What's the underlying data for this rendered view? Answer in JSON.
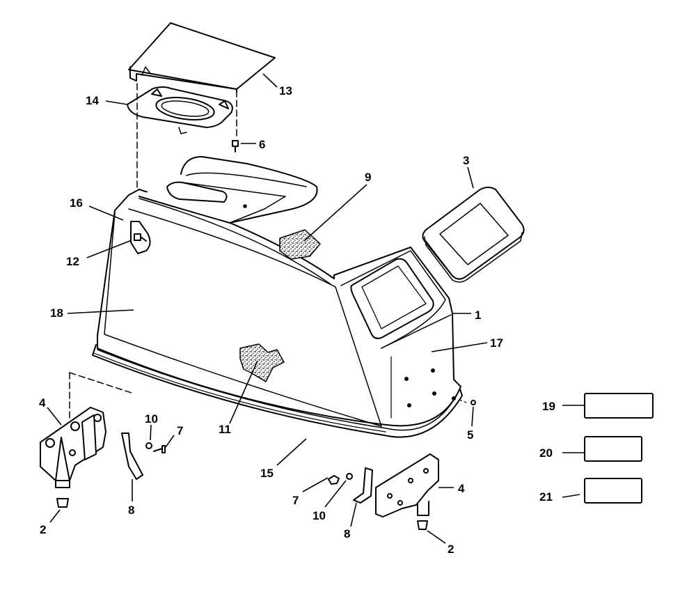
{
  "diagram": {
    "colors": {
      "ink": "#000000",
      "paper": "#ffffff",
      "foam": "#6b6b6b"
    },
    "callouts": {
      "c1": "1",
      "c2a": "2",
      "c2b": "2",
      "c3": "3",
      "c4a": "4",
      "c4b": "4",
      "c5": "5",
      "c6": "6",
      "c7a": "7",
      "c7b": "7",
      "c8a": "8",
      "c8b": "8",
      "c9": "9",
      "c10a": "10",
      "c10b": "10",
      "c11": "11",
      "c12": "12",
      "c13": "13",
      "c14": "14",
      "c15": "15",
      "c16": "16",
      "c17": "17",
      "c18": "18",
      "c19": "19",
      "c20": "20",
      "c21": "21"
    }
  }
}
